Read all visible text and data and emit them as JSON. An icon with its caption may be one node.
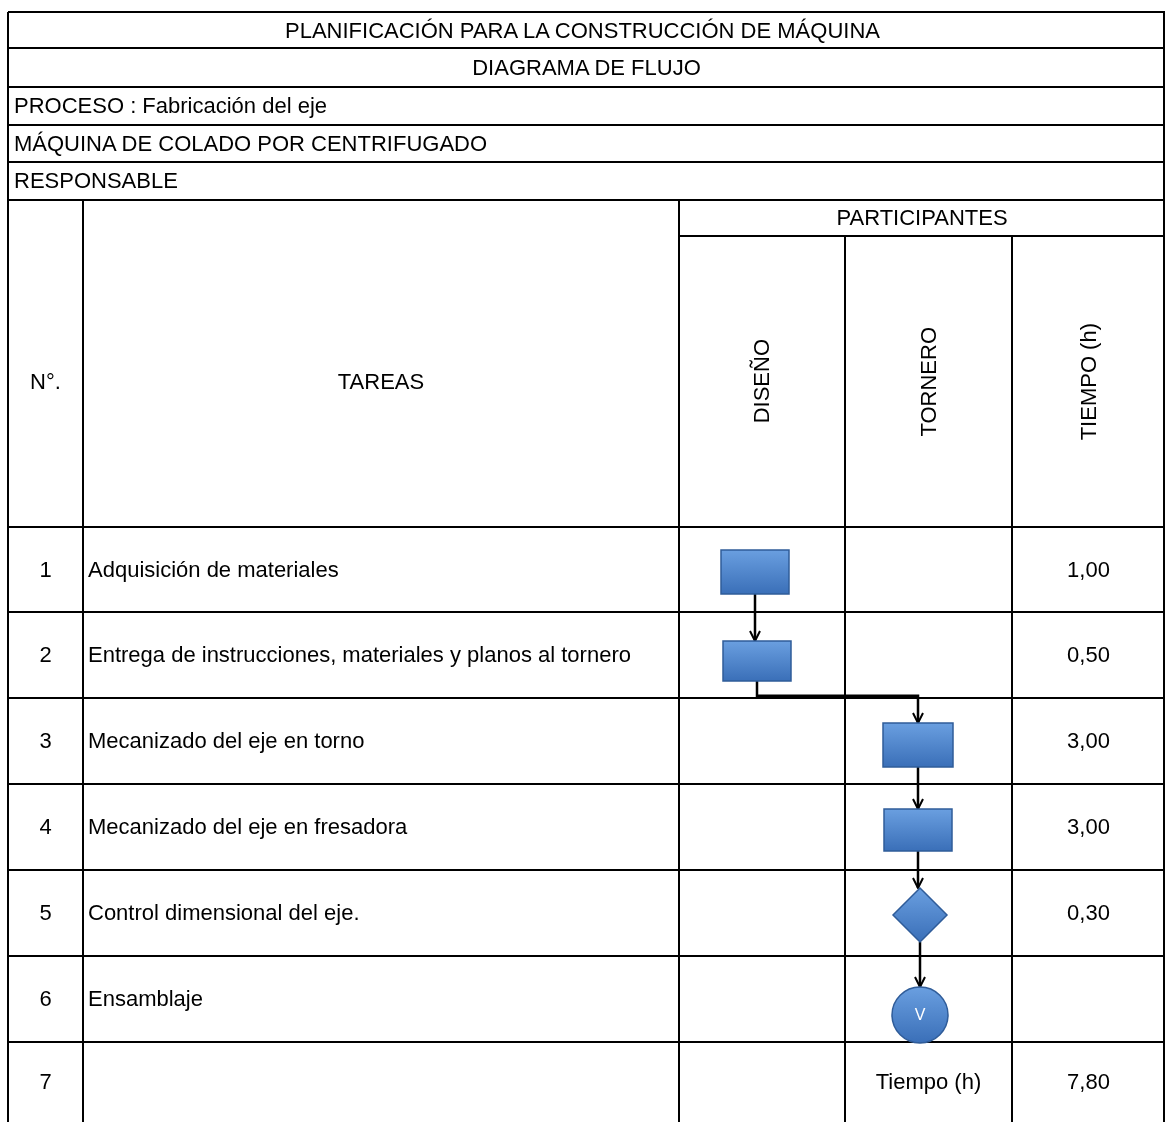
{
  "diagram": {
    "title": "PLANIFICACIÓN PARA LA CONSTRUCCIÓN DE MÁQUINA",
    "nodes": [
      {
        "text": [],
        "shape": "box"
      },
      {
        "text": [],
        "shape": "box"
      },
      {
        "text": [],
        "shape": "box"
      },
      {
        "text": [],
        "shape": "box"
      },
      {
        "text": [],
        "shape": "diamond"
      },
      {
        "text": [
          "V"
        ]
      }
    ],
    "edges": [
      {
        "from": 0,
        "to": 1,
        "arrow": "to"
      },
      {
        "from": 1,
        "to": 2,
        "arrow": "to"
      },
      {
        "from": 2,
        "to": 3,
        "arrow": "to"
      },
      {
        "from": 3,
        "to": 4,
        "arrow": "to"
      },
      {
        "from": 4,
        "to": 5,
        "arrow": "to"
      }
    ],
    "labels": [
      "DIAGRAMA DE FLUJO",
      "PROCESO : Fabricación del eje",
      "MÁQUINA DE COLADO POR CENTRIFUGADO",
      "RESPONSABLE",
      "PARTICIPANTES",
      "N°.",
      "TAREAS",
      "DISEÑO",
      "TORNERO",
      "TIEMPO (h)",
      "1",
      "Adquisición de materiales",
      "1,00",
      "2",
      "Entrega de instrucciones, materiales y planos al tornero",
      "0,50",
      "3",
      "Mecanizado del eje en torno",
      "3,00",
      "4",
      "Mecanizado del eje en fresadora",
      "3,00",
      "5",
      "Control dimensional del eje.",
      "0,30",
      "6",
      "Ensamblaje",
      "7",
      "Tiempo (h)",
      "7,80"
    ]
  }
}
